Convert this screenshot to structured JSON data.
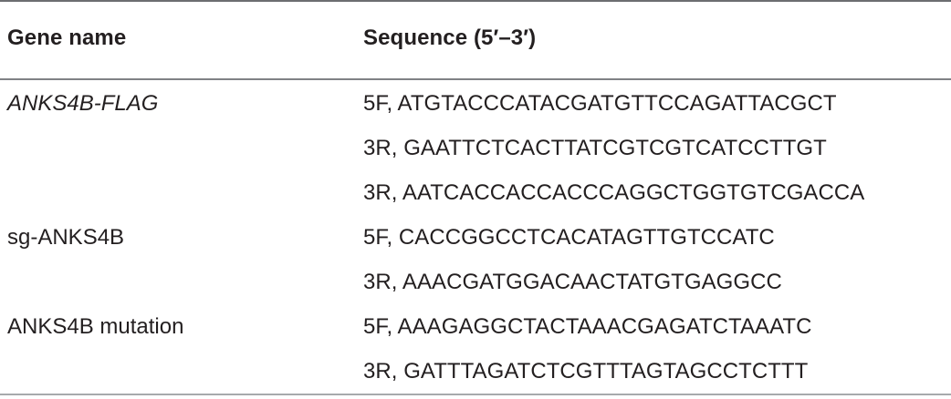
{
  "table": {
    "headers": {
      "gene": "Gene name",
      "sequence": "Sequence (5′–3′)"
    },
    "rows": [
      {
        "gene": "ANKS4B-FLAG",
        "gene_italic": true,
        "sequence": "5F, ATGTACCCATACGATGTTCCAGATTACGCT"
      },
      {
        "gene": "",
        "gene_italic": false,
        "sequence": "3R, GAATTCTCACTTATCGTCGTCATCCTTGT"
      },
      {
        "gene": "",
        "gene_italic": false,
        "sequence": "3R, AATCACCACCACCCAGGCTGGTGTCGACCA"
      },
      {
        "gene": "sg-ANKS4B",
        "gene_italic": false,
        "sequence": "5F, CACCGGCCTCACATAGTTGTCCATC"
      },
      {
        "gene": "",
        "gene_italic": false,
        "sequence": "3R, AAACGATGGACAACTATGTGAGGCC"
      },
      {
        "gene": "ANKS4B mutation",
        "gene_italic": false,
        "sequence": "5F, AAAGAGGCTACTAAACGAGATCTAAATC"
      },
      {
        "gene": "",
        "gene_italic": false,
        "sequence": "3R, GATTTAGATCTCGTTTAGTAGCCTCTTT"
      }
    ]
  }
}
